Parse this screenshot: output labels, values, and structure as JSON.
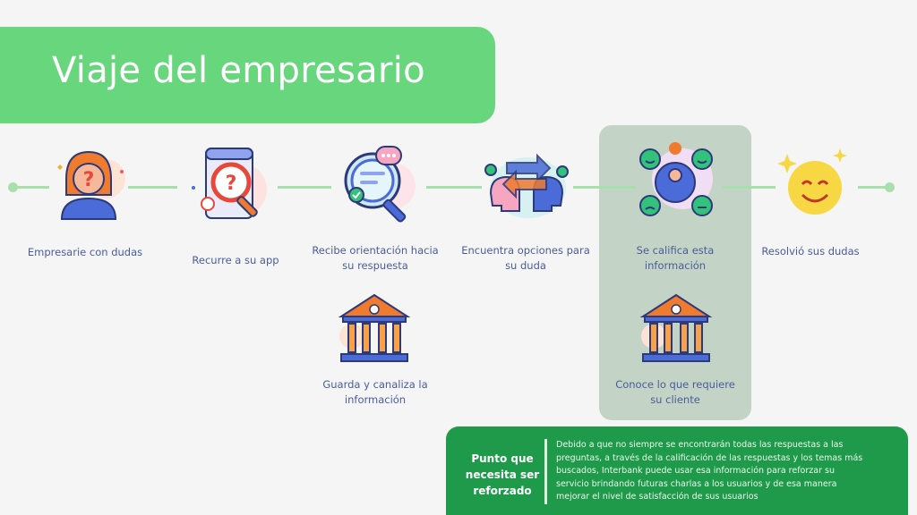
{
  "title": "Viaje del empresario",
  "steps": [
    {
      "label": "Empresarie con dudas",
      "icon": "person-question-icon"
    },
    {
      "label": "Recurre a su app",
      "icon": "phone-magnifier-icon"
    },
    {
      "label": "Recibe orientación hacia su respuesta",
      "icon": "magnifier-chat-icon"
    },
    {
      "label": "Encuentra opciones para su duda",
      "icon": "heads-exchange-icon"
    },
    {
      "label": "Se califica esta información",
      "icon": "rating-faces-icon"
    },
    {
      "label": "Resolvió sus dudas",
      "icon": "smiley-icon"
    }
  ],
  "branches": [
    {
      "label": "Guarda y canaliza la información",
      "icon": "bank-building-icon"
    },
    {
      "label": "Conoce lo que requiere su cliente",
      "icon": "bank-building-icon"
    }
  ],
  "note": {
    "title": "Punto que necesita ser reforzado",
    "text": "Debido a que no siempre se encontrarán todas las respuestas a las preguntas, a través de la calificación de las respuestas y los temas más buscados, Interbank puede usar esa información para reforzar su servicio brindando futuras charlas a los usuarios y de esa manera mejorar el nivel de satisfacción de sus usuarios"
  },
  "colors": {
    "banner": "#67d67c",
    "highlight": "#c3d3c5",
    "connector": "#a9dfae",
    "label": "#4b5d9a",
    "note": "#1f9a4a"
  }
}
